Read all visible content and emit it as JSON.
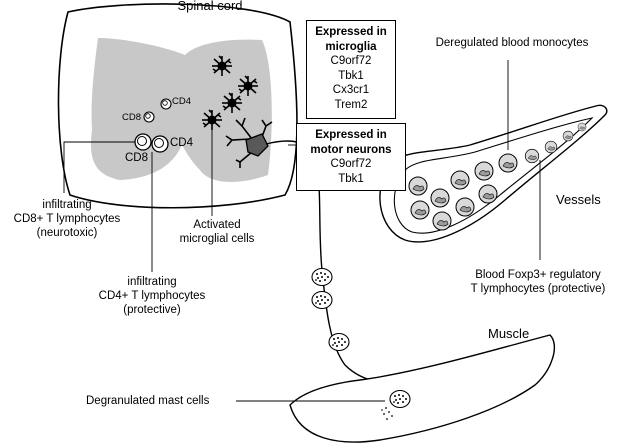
{
  "title": "Spinal cord",
  "boxes": {
    "microglia": {
      "heading": [
        "Expressed in",
        "microglia"
      ],
      "genes": [
        "C9orf72",
        "Tbk1",
        "Cx3cr1",
        "Trem2"
      ]
    },
    "motor_neurons": {
      "heading": [
        "Expressed in",
        "motor neurons"
      ],
      "genes": [
        "C9orf72",
        "Tbk1"
      ]
    }
  },
  "cell_markers": {
    "cd4_top": "CD4",
    "cd8_top": "CD8",
    "cd4_bottom": "CD4",
    "cd8_bottom": "CD8"
  },
  "labels": {
    "cd8_lines": [
      "infiltrating",
      "CD8+ T lymphocytes",
      "(neurotoxic)"
    ],
    "cd4_lines": [
      "infiltrating",
      "CD4+ T lymphocytes",
      "(protective)"
    ],
    "microglia_lines": [
      "Activated",
      "microglial cells"
    ],
    "monocytes": "Deregulated blood monocytes",
    "vessels": "Vessels",
    "tregs_lines": [
      "Blood Foxp3+ regulatory",
      "T lymphocytes (protective)"
    ],
    "muscle": "Muscle",
    "mast_cells": "Degranulated mast cells"
  },
  "colors": {
    "grey_matter": "#c8c8c8",
    "neuron": "#595959",
    "cell_fill": "#d9d9d9",
    "nucleus": "#9a9a9a",
    "ink": "#000000"
  }
}
